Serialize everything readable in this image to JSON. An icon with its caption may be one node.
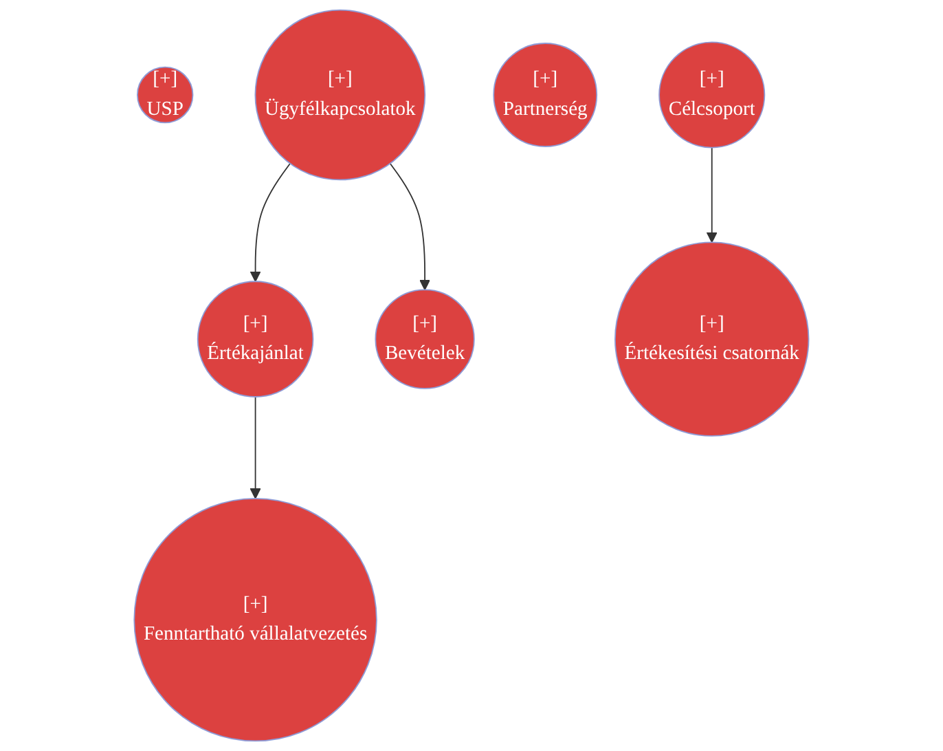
{
  "diagram": {
    "nodes": [
      {
        "text": [
          "[+]",
          "USP"
        ]
      },
      {
        "text": [
          "[+]",
          "Ügyfélkapcsolatok"
        ]
      },
      {
        "text": [
          "[+]",
          "Partnerség"
        ]
      },
      {
        "text": [
          "[+]",
          "Értékajánlat"
        ]
      },
      {
        "text": [
          "[+]",
          "Célcsoport"
        ]
      },
      {
        "text": [
          "[+]",
          "Fenntartható vállalatvezetés"
        ]
      },
      {
        "text": [
          "[+]",
          "Értékesítési csatornák"
        ]
      },
      {
        "text": [
          "[+]",
          "Bevételek"
        ]
      }
    ],
    "edges": [
      {
        "from": 1,
        "to": 3,
        "arrow": "to"
      },
      {
        "from": 1,
        "to": 7,
        "arrow": "to"
      },
      {
        "from": 3,
        "to": 5,
        "arrow": "to"
      },
      {
        "from": 4,
        "to": 6,
        "arrow": "to"
      }
    ]
  }
}
